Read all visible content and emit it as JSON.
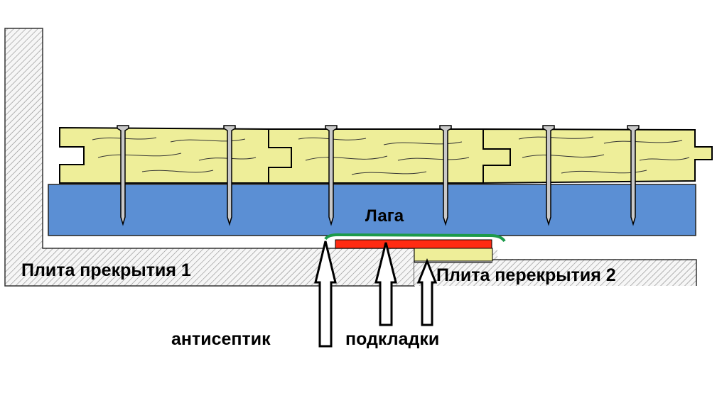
{
  "labels": {
    "beam": "Лага",
    "slab1": "Плита прекрытия 1",
    "slab2": "Плита перекрытия 2",
    "antiseptic": "антисептик",
    "shims": "подкладки"
  },
  "colors": {
    "beam": "#5b8fd4",
    "boards": "#eeee99",
    "shim_red": "#ff2b12",
    "shim_yellow": "#eeee99",
    "antiseptic": "#1d9a4a",
    "hatch": "#777777",
    "outline": "#000000"
  }
}
